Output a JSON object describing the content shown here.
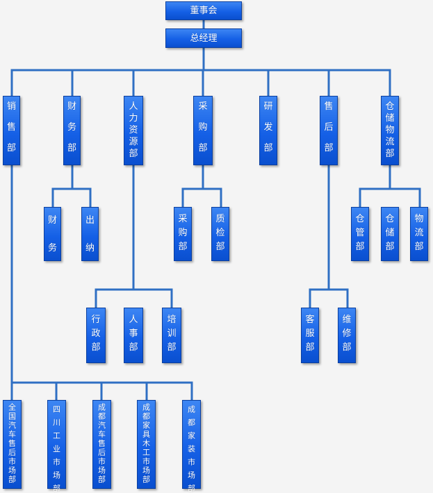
{
  "title": "董事会",
  "level2": "总经理",
  "departments": {
    "sales": "销售部",
    "finance": "财务部",
    "hr": "人力资源部",
    "purchasing": "采购部",
    "rnd": "研发部",
    "after_sales": "售后部",
    "warehouse": "仓储物流部"
  },
  "finance_sub": [
    "财务",
    "出纳"
  ],
  "purchasing_sub": [
    "采购部",
    "质检部"
  ],
  "warehouse_sub": [
    "仓管部",
    "仓储部",
    "物流部"
  ],
  "hr_sub": [
    "行政部",
    "人事部",
    "培训部"
  ],
  "after_sales_sub": [
    "客服部",
    "维修部"
  ],
  "markets": [
    "全国汽车售后市场部",
    "四川工业市场部",
    "成都汽车售后市场部",
    "成都家具木工市场部",
    "成都家装市场部"
  ],
  "colors": {
    "node": "#1a63e8",
    "connector": "#2f6fc3",
    "background": "#f4f4f4"
  }
}
